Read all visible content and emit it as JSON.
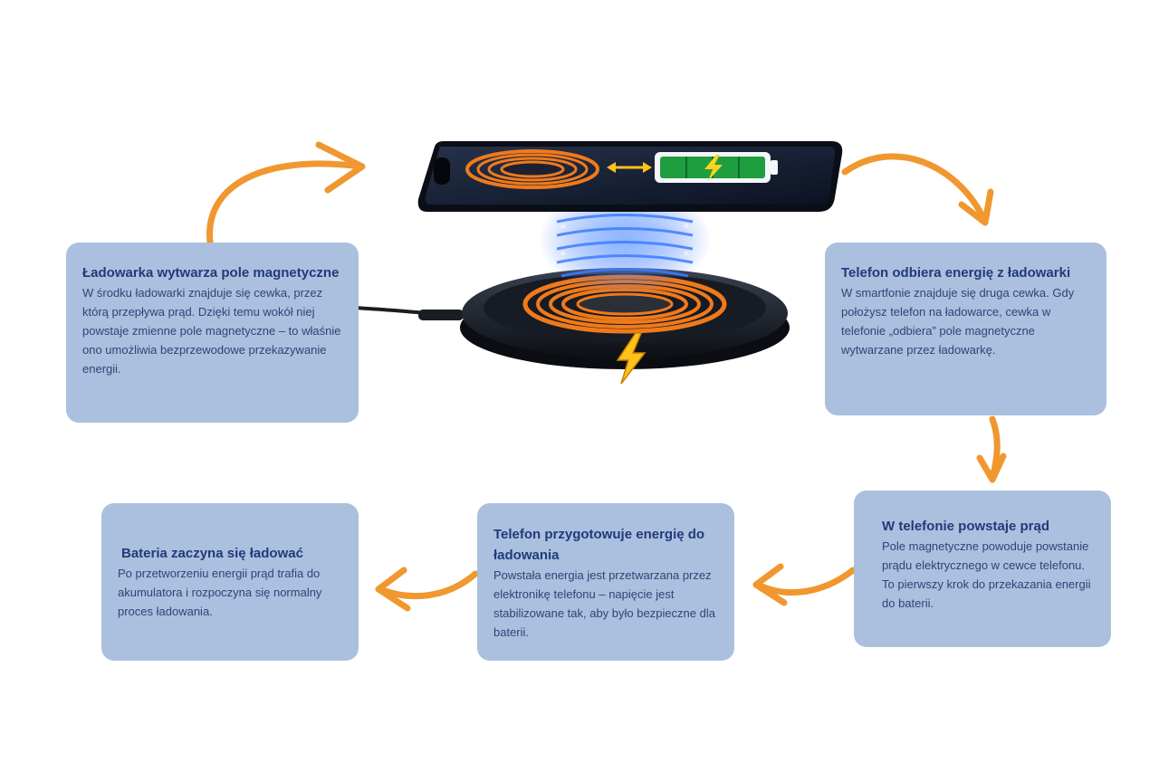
{
  "steps": [
    {
      "title": "Ładowarka wytwarza pole magnetyczne",
      "text": "W środku ładowarki znajduje się cewka, przez którą przepływa prąd. Dzięki temu wokół niej powstaje zmienne pole magnetyczne – to właśnie ono umożliwia bezprzewodowe przekazywanie energii."
    },
    {
      "title": "Telefon odbiera energię z ładowarki",
      "text": "W smartfonie znajduje się druga cewka. Gdy położysz telefon na ładowarce, cewka w telefonie „odbiera” pole magnetyczne wytwarzane przez ładowarkę."
    },
    {
      "title": "W telefonie powstaje prąd",
      "text": "Pole magnetyczne powoduje powstanie prądu elektrycznego w cewce telefonu. To pierwszy krok do przekazania energii do baterii."
    },
    {
      "title": "Telefon przygotowuje energię do ładowania",
      "text": "Powstała energia jest przetwarzana przez elektronikę telefonu – napięcie jest stabilizowane tak, aby było bezpieczne dla baterii."
    },
    {
      "title": "Bateria zaczyna się ładować",
      "text": "Po przetworzeniu energii prąd trafia do akumulatora i rozpoczyna się normalny proces ładowania."
    }
  ],
  "colors": {
    "card_bg": "#aac0de",
    "title": "#223a7a",
    "body_text": "#2f4475",
    "arrow": "#f0972f",
    "coil": "#f07a1a",
    "field": "#2f6bff",
    "battery": "#27b34a",
    "bolt": "#ffc21a"
  },
  "icons": [
    "phone-icon",
    "charger-pad-icon",
    "coil-icon",
    "battery-icon",
    "lightning-bolt-icon",
    "flow-arrow-icon"
  ]
}
